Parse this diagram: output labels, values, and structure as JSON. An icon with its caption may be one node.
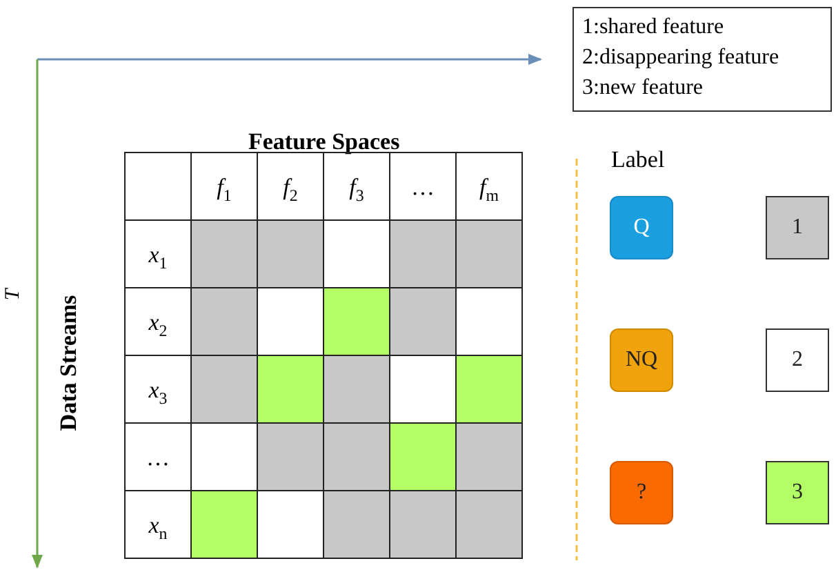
{
  "diagram": {
    "nodes": [
      {
        "text": [
          "Q"
        ]
      },
      {
        "text": [
          "1"
        ]
      },
      {
        "text": [
          "NQ"
        ]
      },
      {
        "text": [
          "2"
        ]
      },
      {
        "text": [
          "?"
        ]
      },
      {
        "text": [
          "3"
        ]
      }
    ],
    "labels": [
      "1:shared feature",
      "2:disappearing feature",
      "3:new feature",
      "T",
      "Feature Spaces",
      "Label",
      "Data Streams",
      "*f*$_{1}$",
      "*f*$_{2}$",
      "*f*$_{3}$",
      "…",
      "*f*$_{m}$",
      "*x*$_{1}$",
      "*x*$_{2}$",
      "*x*$_{3}$",
      "…",
      "*x*$_{n}$"
    ]
  }
}
